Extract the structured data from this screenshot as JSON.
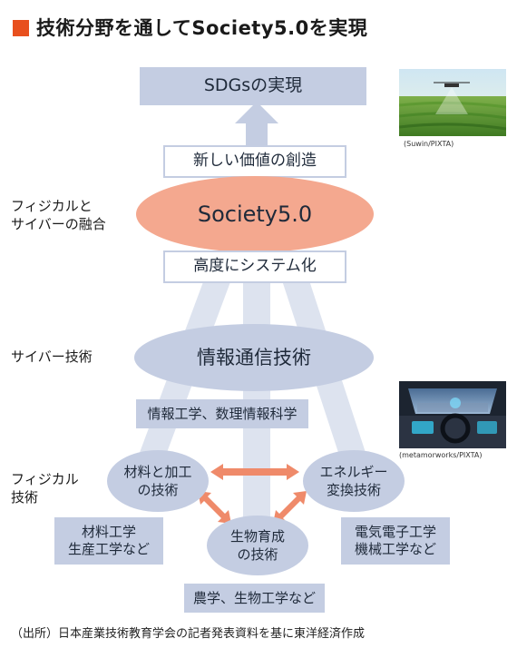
{
  "title": "技術分野を通してSociety5.0を実現",
  "colors": {
    "accent": "#e8501e",
    "box_blue": "#c4cde2",
    "society_salmon": "#f4a88f",
    "ellipse_blue": "#c4cde2",
    "arrow_orange": "#ef8a6a"
  },
  "top_box": "SDGsの実現",
  "new_value": "新しい価値の創造",
  "society": "Society5.0",
  "advanced": "高度にシステム化",
  "ict": "情報通信技術",
  "ict_fields": "情報工学、数理情報科学",
  "materials": "材料と加工\nの技術",
  "energy": "エネルギー\n変換技術",
  "bio": "生物育成\nの技術",
  "materials_fields": "材料工学\n生産工学など",
  "energy_fields": "電気電子工学\n機械工学など",
  "bio_fields": "農学、生物工学など",
  "labels": {
    "fusion": "フィジカルと\nサイバーの融合",
    "cyber": "サイバー技術",
    "physical": "フィジカル\n技術"
  },
  "credits": {
    "photo1": "(Suwin/PIXTA)",
    "photo2": "(metamorworks/PIXTA)"
  },
  "source": "（出所）日本産業技術教育学会の記者発表資料を基に東洋経済作成"
}
